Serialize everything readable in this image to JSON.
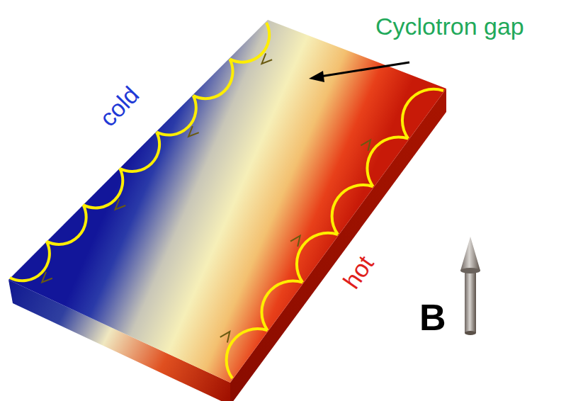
{
  "diagram": {
    "labels": [
      "Cyclotron gap",
      "cold",
      "hot",
      "B"
    ]
  }
}
